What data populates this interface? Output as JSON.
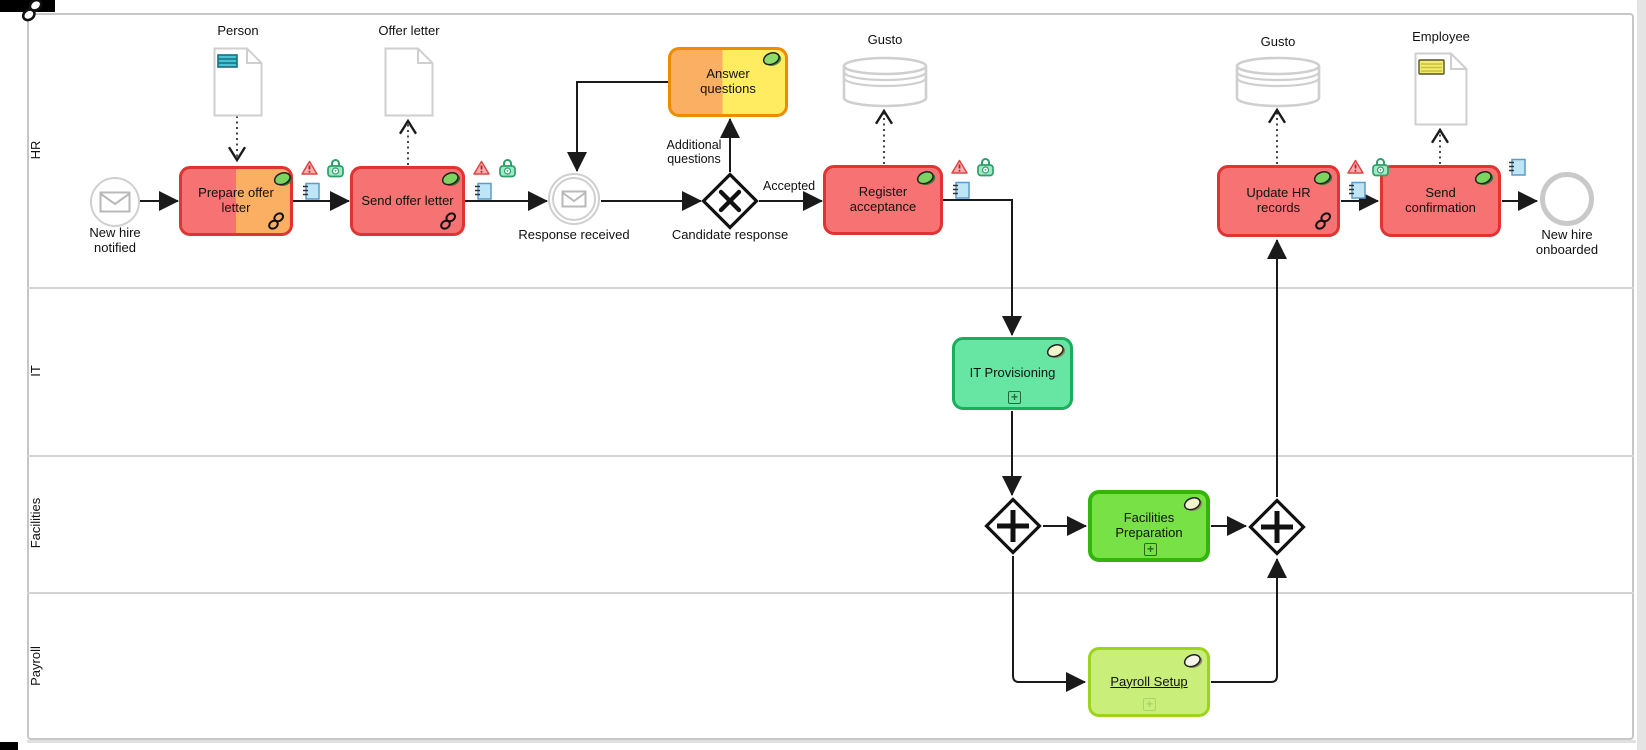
{
  "lanes": [
    {
      "label": "HR"
    },
    {
      "label": "IT"
    },
    {
      "label": "Facilities"
    },
    {
      "label": "Payroll"
    }
  ],
  "events": {
    "start": {
      "label": "New hire notified"
    },
    "response": {
      "label": "Response received"
    },
    "end": {
      "label": "New hire onboarded"
    }
  },
  "gateways": {
    "candidate": {
      "label": "Candidate response"
    },
    "parallel_split": {
      "label": ""
    },
    "parallel_join": {
      "label": ""
    }
  },
  "tasks": {
    "prepare": {
      "label": "Prepare offer letter"
    },
    "send_offer": {
      "label": "Send offer letter"
    },
    "answer": {
      "label": "Answer questions"
    },
    "register": {
      "label": "Register acceptance"
    },
    "update_hr": {
      "label": "Update HR records"
    },
    "send_confirmation": {
      "label": "Send confirmation"
    },
    "it_provisioning": {
      "label": "IT Provisioning"
    },
    "facilities_preparation": {
      "label": "Facilities Preparation"
    },
    "payroll_setup": {
      "label": "Payroll Setup"
    }
  },
  "data_objects": {
    "person": {
      "label": "Person"
    },
    "offer_letter": {
      "label": "Offer letter"
    },
    "employee": {
      "label": "Employee"
    }
  },
  "data_stores": {
    "gusto_register": {
      "label": "Gusto"
    },
    "gusto_update": {
      "label": "Gusto"
    }
  },
  "flow_labels": {
    "accepted": "Accepted",
    "additional_questions": "Additional questions"
  },
  "icons": {
    "warning": "warning-triangle",
    "lock": "green-padlock",
    "script": "blue-script-note",
    "chain": "chain-link",
    "disc": "tilted-disc-marker",
    "subprocess": "plus-box",
    "envelope": "message-envelope",
    "table": "teal-table",
    "note": "yellow-note"
  },
  "colors": {
    "task_red_fill": "#f77373",
    "task_red_border": "#e23333",
    "task_orange_fill": "#fbaf63",
    "task_orange_border": "#f08a00",
    "task_yellow_fill": "#ffec61",
    "task_mint_fill": "#67e5a3",
    "task_mint_border": "#19ae5d",
    "task_green_fill": "#77e146",
    "task_green_border": "#30b60c",
    "task_lime_fill": "#c9ee79",
    "task_lime_border": "#9cd41c",
    "neutral_border": "#cfcfcf",
    "flow_color": "#1a1a1a"
  }
}
